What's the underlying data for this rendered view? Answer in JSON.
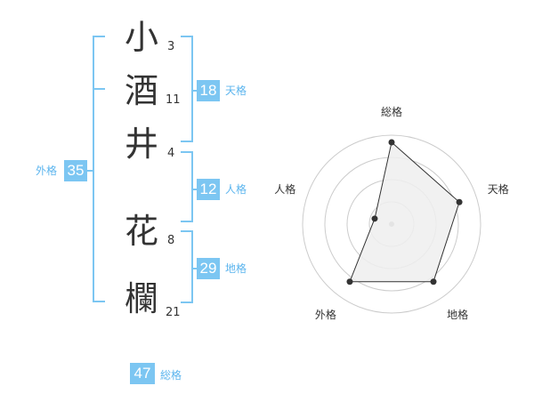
{
  "name": {
    "chars": [
      {
        "char": "小",
        "strokes": "3"
      },
      {
        "char": "酒",
        "strokes": "11"
      },
      {
        "char": "井",
        "strokes": "4"
      },
      {
        "char": "花",
        "strokes": "8"
      },
      {
        "char": "欄",
        "strokes": "21"
      }
    ]
  },
  "kaku": {
    "tenkaku": {
      "value": "18",
      "label": "天格"
    },
    "jinkaku": {
      "value": "12",
      "label": "人格"
    },
    "chikaku": {
      "value": "29",
      "label": "地格"
    },
    "gaikaku": {
      "value": "35",
      "label": "外格"
    },
    "soukaku": {
      "value": "47",
      "label": "総格"
    }
  },
  "chart_data": {
    "type": "radar",
    "axes": [
      "総格",
      "天格",
      "地格",
      "外格",
      "人格"
    ],
    "values": [
      0.92,
      0.8,
      0.8,
      0.8,
      0.2
    ],
    "rlim": [
      0,
      1
    ],
    "rings": 4,
    "colors": {
      "fill": "#efefef",
      "line": "#333333",
      "grid": "#cccccc",
      "center": "#aaaaaa"
    }
  },
  "colors": {
    "accent": "#7cc6f2",
    "accent_text": "#5cb5ee"
  }
}
